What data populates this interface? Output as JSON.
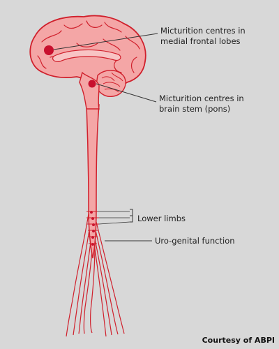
{
  "labels": {
    "frontal_line1": "Micturition centres in",
    "frontal_line2": "medial frontal lobes",
    "pons_line1": "Micturition centres in",
    "pons_line2": "brain stem (pons)",
    "lower_limbs": "Lower limbs",
    "uro_genital": "Uro-genital function"
  },
  "credit": "Courtesy of ABPI",
  "colors": {
    "background": "#d8d8d8",
    "tissue_fill": "#f4a6a6",
    "outline": "#d0202c",
    "centre_dot": "#c8102e",
    "label_text": "#222222",
    "leader_line": "#333333"
  }
}
